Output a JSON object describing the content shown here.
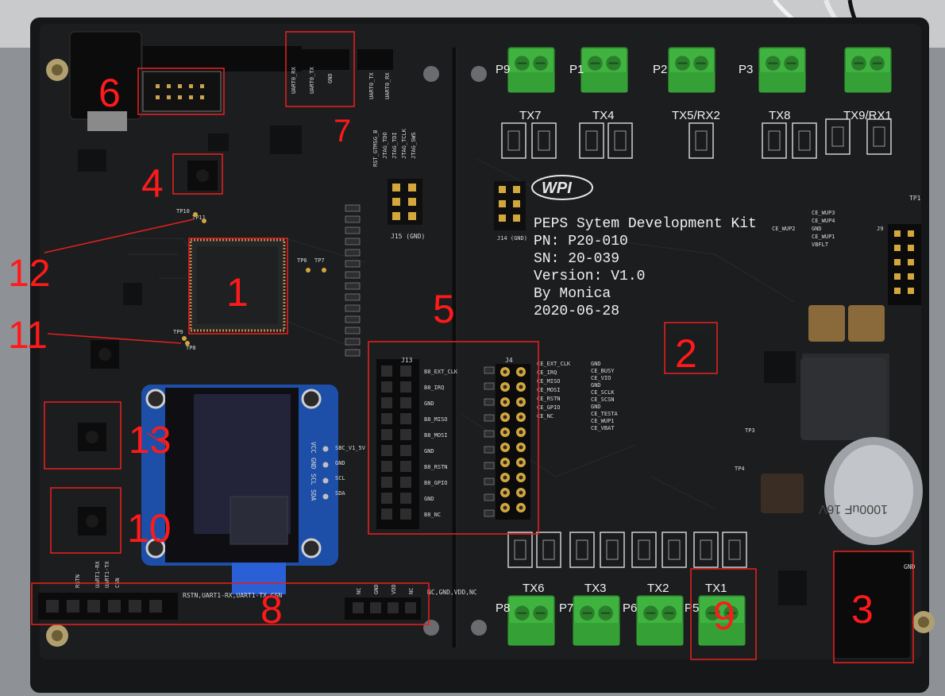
{
  "kit_info": {
    "title": "PEPS Sytem Development Kit",
    "pn": "PN: P20-010",
    "sn": "SN: 20-039",
    "version": "Version: V1.0",
    "author": "By Monica",
    "date": "2020-06-28"
  },
  "logo_text": "WPI",
  "terminals_top": [
    "TX7",
    "TX4",
    "TX5/RX2",
    "TX8",
    "TX9/RX1"
  ],
  "terminals_top_ids": [
    "P9",
    "P1",
    "P2",
    "P3"
  ],
  "terminals_bottom": [
    "TX6",
    "TX3",
    "TX2",
    "TX1"
  ],
  "terminals_bottom_ids": [
    "P8",
    "P7",
    "P6",
    "P5"
  ],
  "annotations": [
    "1",
    "2",
    "3",
    "4",
    "5",
    "6",
    "7",
    "8",
    "9",
    "10",
    "11",
    "12",
    "13"
  ],
  "header_labels": {
    "j13": "J13",
    "j4": "J4",
    "j15": "J15 (GND)",
    "j14": "J14 (GND)",
    "j3": [
      "RSTN",
      "UART1-RX",
      "UART1-TX",
      "CSN"
    ],
    "j8": [
      "NC",
      "GND",
      "VDD",
      "NC"
    ],
    "j9": "J9",
    "j13_pins": [
      "B8_EXT_CLK",
      "B8_IRQ",
      "GND",
      "B8_MISO",
      "B8_MOSI",
      "GND",
      "B8_RSTN",
      "B8_GPIO",
      "GND",
      "B8_NC"
    ],
    "j4_pins": [
      "CE_EXT_CLK",
      "CE_IRQ",
      "CE_MISO",
      "CE_MOSI",
      "CE_RSTN",
      "CE_GPIO",
      "CE_NC"
    ],
    "j4_right": [
      "GND",
      "CE_BUSY",
      "CE_VIO",
      "GND",
      "CE_SCLK",
      "CE_SCSN",
      "GND",
      "CE_TESTA",
      "CE_WUP1",
      "CE_VBAT"
    ],
    "uart": [
      "UART0_RX",
      "UART0_TX",
      "GND",
      "UART0_TX",
      "UART0_RX"
    ],
    "jtag": [
      "JTAG_SWS",
      "JTAG_TCLK",
      "JTAG_TDI",
      "JTAG_TDO",
      "RST_GTMSG_B"
    ],
    "oled": [
      "VCC",
      "GND",
      "SCL",
      "SDA"
    ],
    "oled_side": [
      "SBC_V1_5V",
      "GND",
      "SCL",
      "SDA"
    ],
    "wup": [
      "CE_WUP3",
      "CE_WUP4",
      "GND",
      "CE_WUP2",
      "CE_WUP1",
      "VBFLT"
    ],
    "gnd": "GND",
    "tp1": "TP1",
    "tp_labels": [
      "TP10",
      "TP11",
      "TP6",
      "TP7",
      "TP9",
      "TP8",
      "TP3",
      "TP4"
    ]
  },
  "cap_label": "1000uF 16V",
  "colors": {
    "pcb": "#1c1d1f",
    "silkscreen": "#d8d8d8",
    "terminal_green": "#3fb23f",
    "annotation_red": "#ff1a1a",
    "oled_blue": "#1d4fa8"
  }
}
